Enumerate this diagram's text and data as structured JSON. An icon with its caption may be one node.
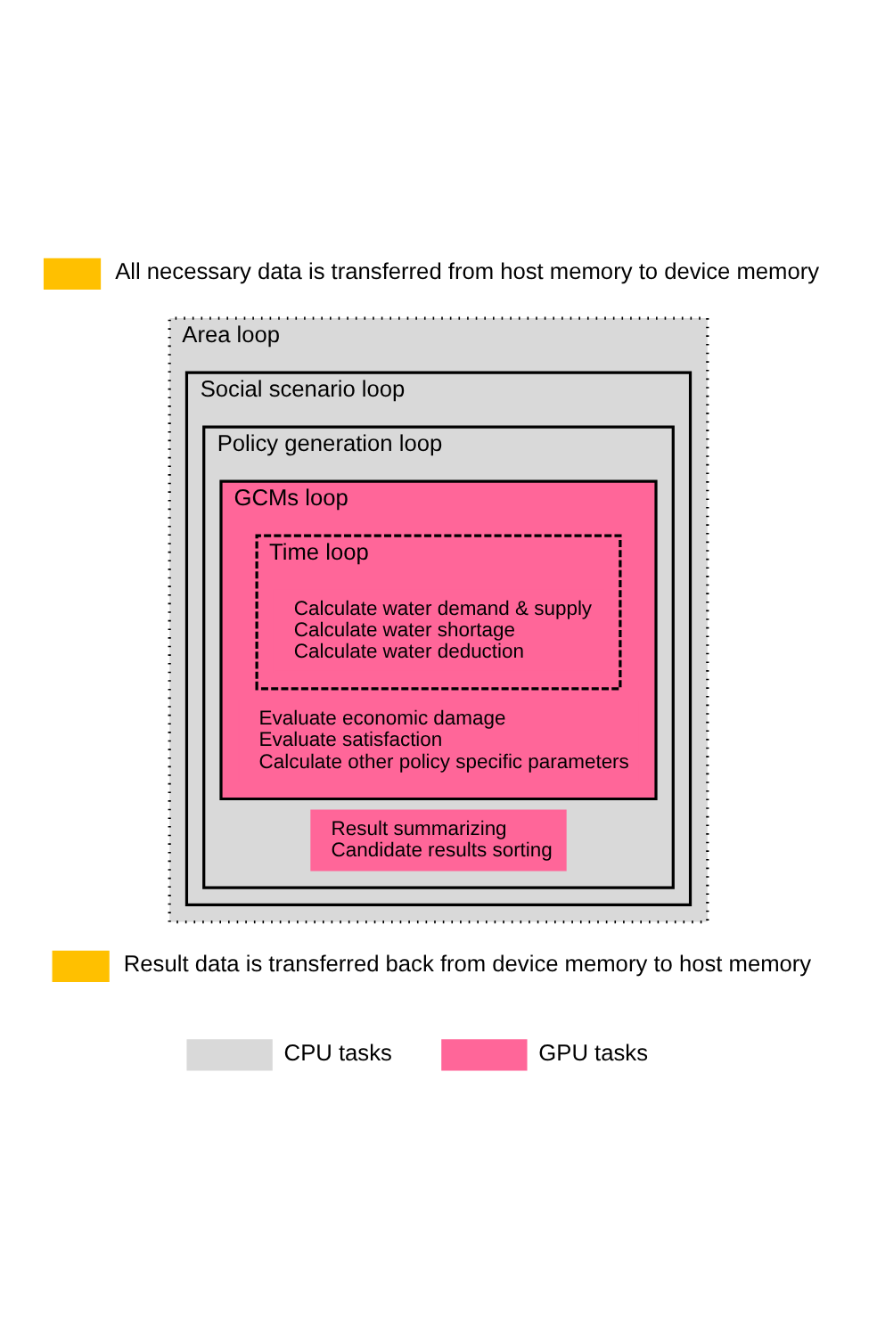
{
  "diagram": {
    "nodes": [
      {
        "text": [
          "Area loop"
        ]
      },
      {
        "text": [
          "Social scenario loop"
        ],
        "in": 0
      },
      {
        "text": [
          "Policy generation loop",
          "Result summarizing",
          "Candidate results sorting"
        ],
        "in": 1
      },
      {
        "text": [
          "GCMs loop",
          "Evaluate economic damage",
          "Evaluate satisfaction",
          "Calculate other policy specific parameters"
        ],
        "in": 2
      },
      {
        "text": [
          "Time loop",
          "Calculate water demand & supply",
          "Calculate water shortage",
          "Calculate water deduction"
        ],
        "in": 3
      }
    ],
    "labels": [
      "All necessary data is transferred from host memory to device memory",
      "Result data is transferred back from device memory to host memory"
    ],
    "legend": [
      {
        "text": "CPU tasks",
        "color": "#d9d9d9"
      },
      {
        "text": "GPU tasks",
        "color": "#ff6699"
      }
    ]
  }
}
